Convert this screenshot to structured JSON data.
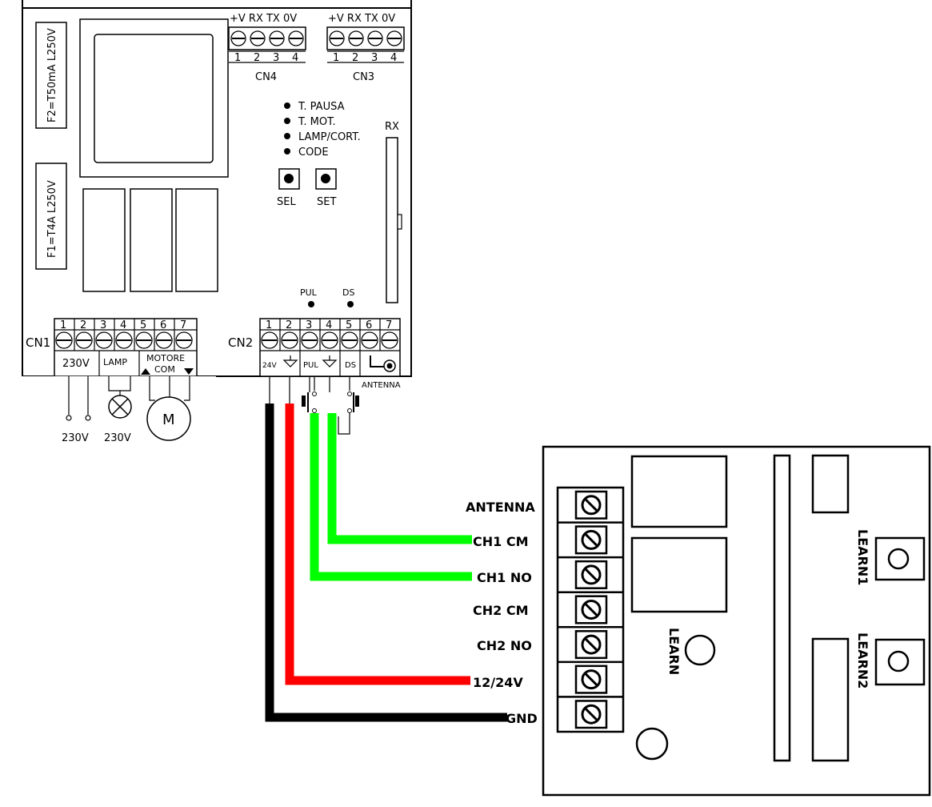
{
  "control_board": {
    "fuse_f2": "F2=T50mA L250V",
    "fuse_f1": "F1=T4A L250V",
    "serial_header": "+V RX TX 0V",
    "cn4": {
      "label": "CN4",
      "pins": [
        "1",
        "2",
        "3",
        "4"
      ]
    },
    "cn3": {
      "label": "CN3",
      "pins": [
        "1",
        "2",
        "3",
        "4"
      ]
    },
    "leds": [
      "T. PAUSA",
      "T. MOT.",
      "LAMP/CORT.",
      "CODE"
    ],
    "rx_label": "RX",
    "buttons": {
      "sel": "SEL",
      "set": "SET"
    },
    "pul_led": "PUL",
    "ds_led": "DS",
    "cn1": {
      "label": "CN1",
      "pins": [
        "1",
        "2",
        "3",
        "4",
        "5",
        "6",
        "7"
      ],
      "group_230v": "230V",
      "group_lamp": "LAMP",
      "group_motore": "MOTORE",
      "group_com": "COM"
    },
    "cn2": {
      "label": "CN2",
      "pins": [
        "1",
        "2",
        "3",
        "4",
        "5",
        "6",
        "7"
      ],
      "pin_24v": "24V",
      "pin_pul": "PUL",
      "pin_ds": "DS"
    },
    "antenna_label": "ANTENNA",
    "supply_left": "230V",
    "supply_lamp": "230V",
    "motor_symbol": "M"
  },
  "receiver": {
    "terminals": [
      "ANTENNA",
      "CH1 CM",
      "CH1 NO",
      "CH2 CM",
      "CH2 NO",
      "12/24V",
      "GND"
    ],
    "learn": "LEARN",
    "learn1": "LEARN1",
    "learn2": "LEARN2"
  },
  "wires": {
    "black": "#000000",
    "red": "#ff0000",
    "green": "#00ff00"
  }
}
